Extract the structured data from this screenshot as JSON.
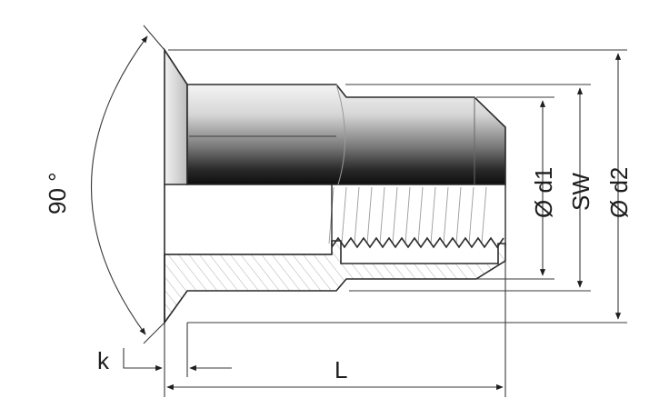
{
  "labels": {
    "angle": "90 °",
    "k": "k",
    "L": "L",
    "d1": "Ø d1",
    "sw": "SW",
    "d2": "Ø d2"
  }
}
